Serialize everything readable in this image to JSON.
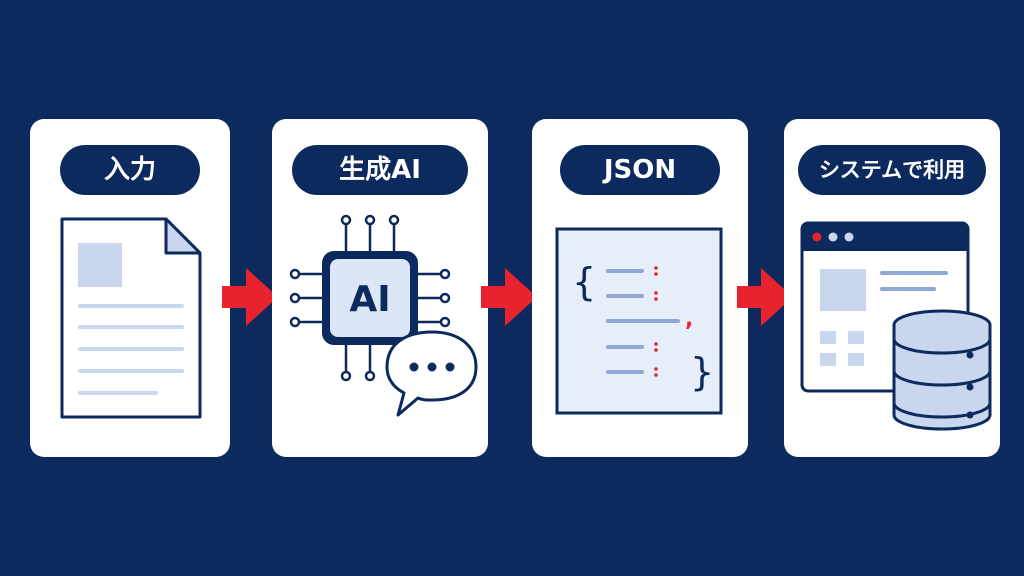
{
  "steps": [
    {
      "label": "入力"
    },
    {
      "label": "生成AI",
      "chip_text": "AI"
    },
    {
      "label": "JSON",
      "brace_open": "{",
      "brace_close": "}",
      "comma": ","
    },
    {
      "label": "システムで利用"
    }
  ],
  "colors": {
    "background": "#0c2a5e",
    "card": "#ffffff",
    "accent_red": "#e8232d",
    "light_blue": "#c9d7ee",
    "line_blue": "#8fa8d6"
  }
}
